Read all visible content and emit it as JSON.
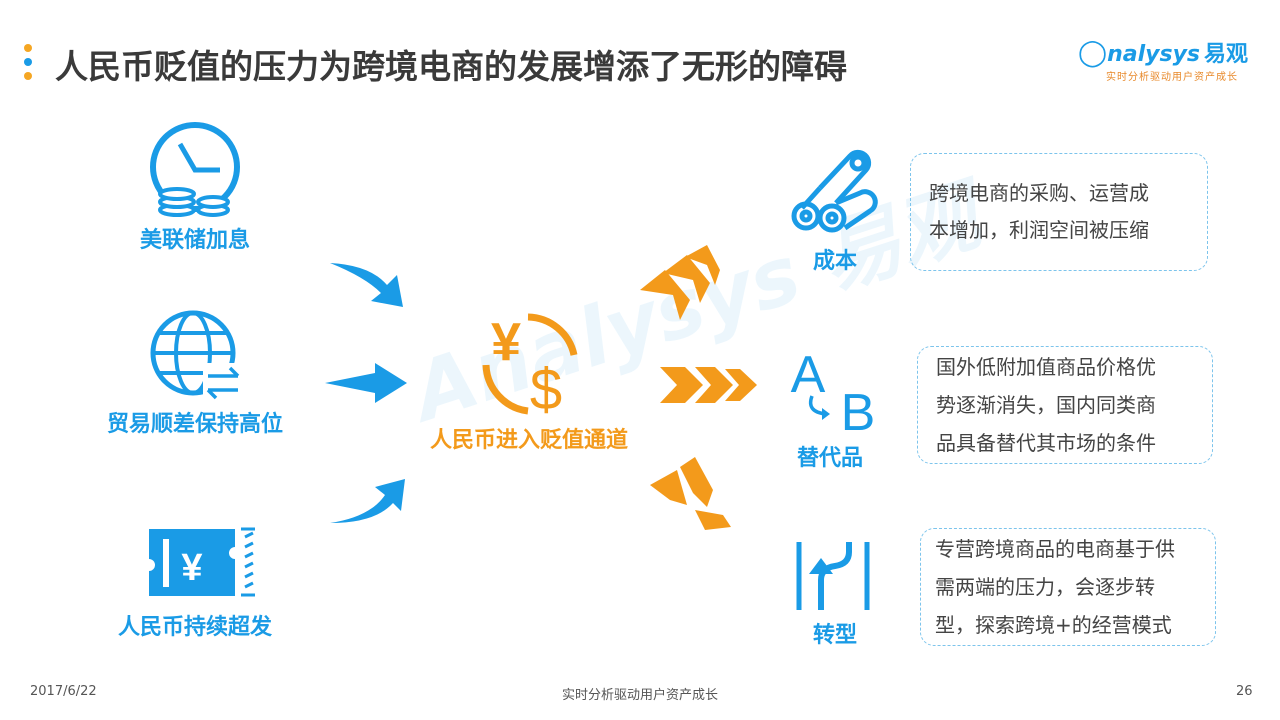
{
  "title": "人民币贬值的压力为跨境电商的发展增添了无形的障碍",
  "logo": {
    "brand": "nalysys",
    "brand_cn": "易观",
    "tagline": "实时分析驱动用户资产成长"
  },
  "watermark": "Analysys 易观",
  "causes": [
    {
      "label": "美联储加息",
      "icon": "clock-coins-icon"
    },
    {
      "label": "贸易顺差保持高位",
      "icon": "globe-exchange-icon"
    },
    {
      "label": "人民币持续超发",
      "icon": "yuan-ticket-icon"
    }
  ],
  "center": {
    "label": "人民币进入贬值通道",
    "symbol_yuan": "¥",
    "symbol_dollar": "$"
  },
  "effects": [
    {
      "label": "成本",
      "icon": "pipes-icon",
      "text_lines": [
        "跨境电商的采购、运营成",
        "本增加，利润空间被压缩"
      ]
    },
    {
      "label": "替代品",
      "icon": "a-to-b-icon",
      "icon_a": "A",
      "icon_b": "B",
      "text_lines": [
        "国外低附加值商品价格优",
        "势逐渐消失，国内同类商",
        "品具备替代其市场的条件"
      ]
    },
    {
      "label": "转型",
      "icon": "road-turn-icon",
      "text_lines": [
        "专营跨境商品的电商基于供",
        "需两端的压力，会逐步转",
        "型，探索跨境+的经营模式"
      ]
    }
  ],
  "footer": {
    "date": "2017/6/22",
    "center": "实时分析驱动用户资产成长",
    "page": "26"
  },
  "colors": {
    "blue": "#1a9be6",
    "orange": "#f39a1b",
    "title": "#3a3a3a"
  }
}
